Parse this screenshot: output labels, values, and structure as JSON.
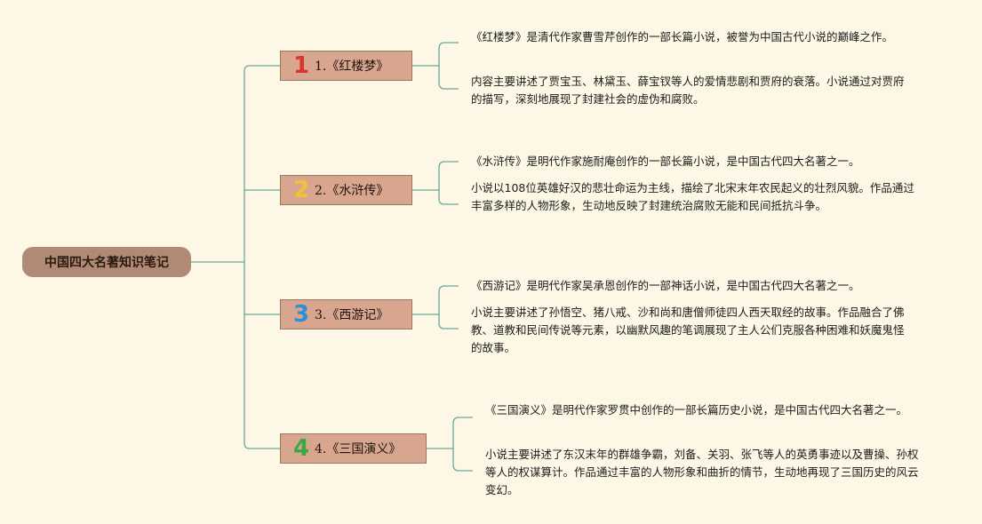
{
  "root": {
    "title": "中国四大名著知识笔记"
  },
  "branches": [
    {
      "number": "1",
      "number_color": "#d9352f",
      "label": "1.《红楼梦》",
      "notes": [
        "《红楼梦》是清代作家曹雪芹创作的一部长篇小说，被誉为中国古代小说的巅峰之作。",
        "内容主要讲述了贾宝玉、林黛玉、薛宝钗等人的爱情悲剧和贾府的衰落。小说通过对贾府的描写，深刻地展现了封建社会的虚伪和腐败。"
      ]
    },
    {
      "number": "2",
      "number_color": "#f2c23a",
      "label": "2.《水浒传》",
      "notes": [
        "《水浒传》是明代作家施耐庵创作的一部长篇小说，是中国古代四大名著之一。",
        "小说以108位英雄好汉的悲壮命运为主线，描绘了北宋末年农民起义的壮烈风貌。作品通过丰富多样的人物形象，生动地反映了封建统治腐败无能和民间抵抗斗争。"
      ]
    },
    {
      "number": "3",
      "number_color": "#2d8fd6",
      "label": "3.《西游记》",
      "notes": [
        "《西游记》是明代作家吴承恩创作的一部神话小说，是中国古代四大名著之一。",
        "小说主要讲述了孙悟空、猪八戒、沙和尚和唐僧师徒四人西天取经的故事。作品融合了佛教、道教和民间传说等元素，以幽默风趣的笔调展现了主人公们克服各种困难和妖魔鬼怪的故事。"
      ]
    },
    {
      "number": "4",
      "number_color": "#3aa845",
      "label": "4.《三国演义》",
      "notes": [
        "《三国演义》是明代作家罗贯中创作的一部长篇历史小说，是中国古代四大名著之一。",
        "小说主要讲述了东汉末年的群雄争霸，刘备、关羽、张飞等人的英勇事迹以及曹操、孙权等人的权谋算计。作品通过丰富的人物形象和曲折的情节，生动地再现了三国历史的风云变幻。"
      ]
    }
  ]
}
